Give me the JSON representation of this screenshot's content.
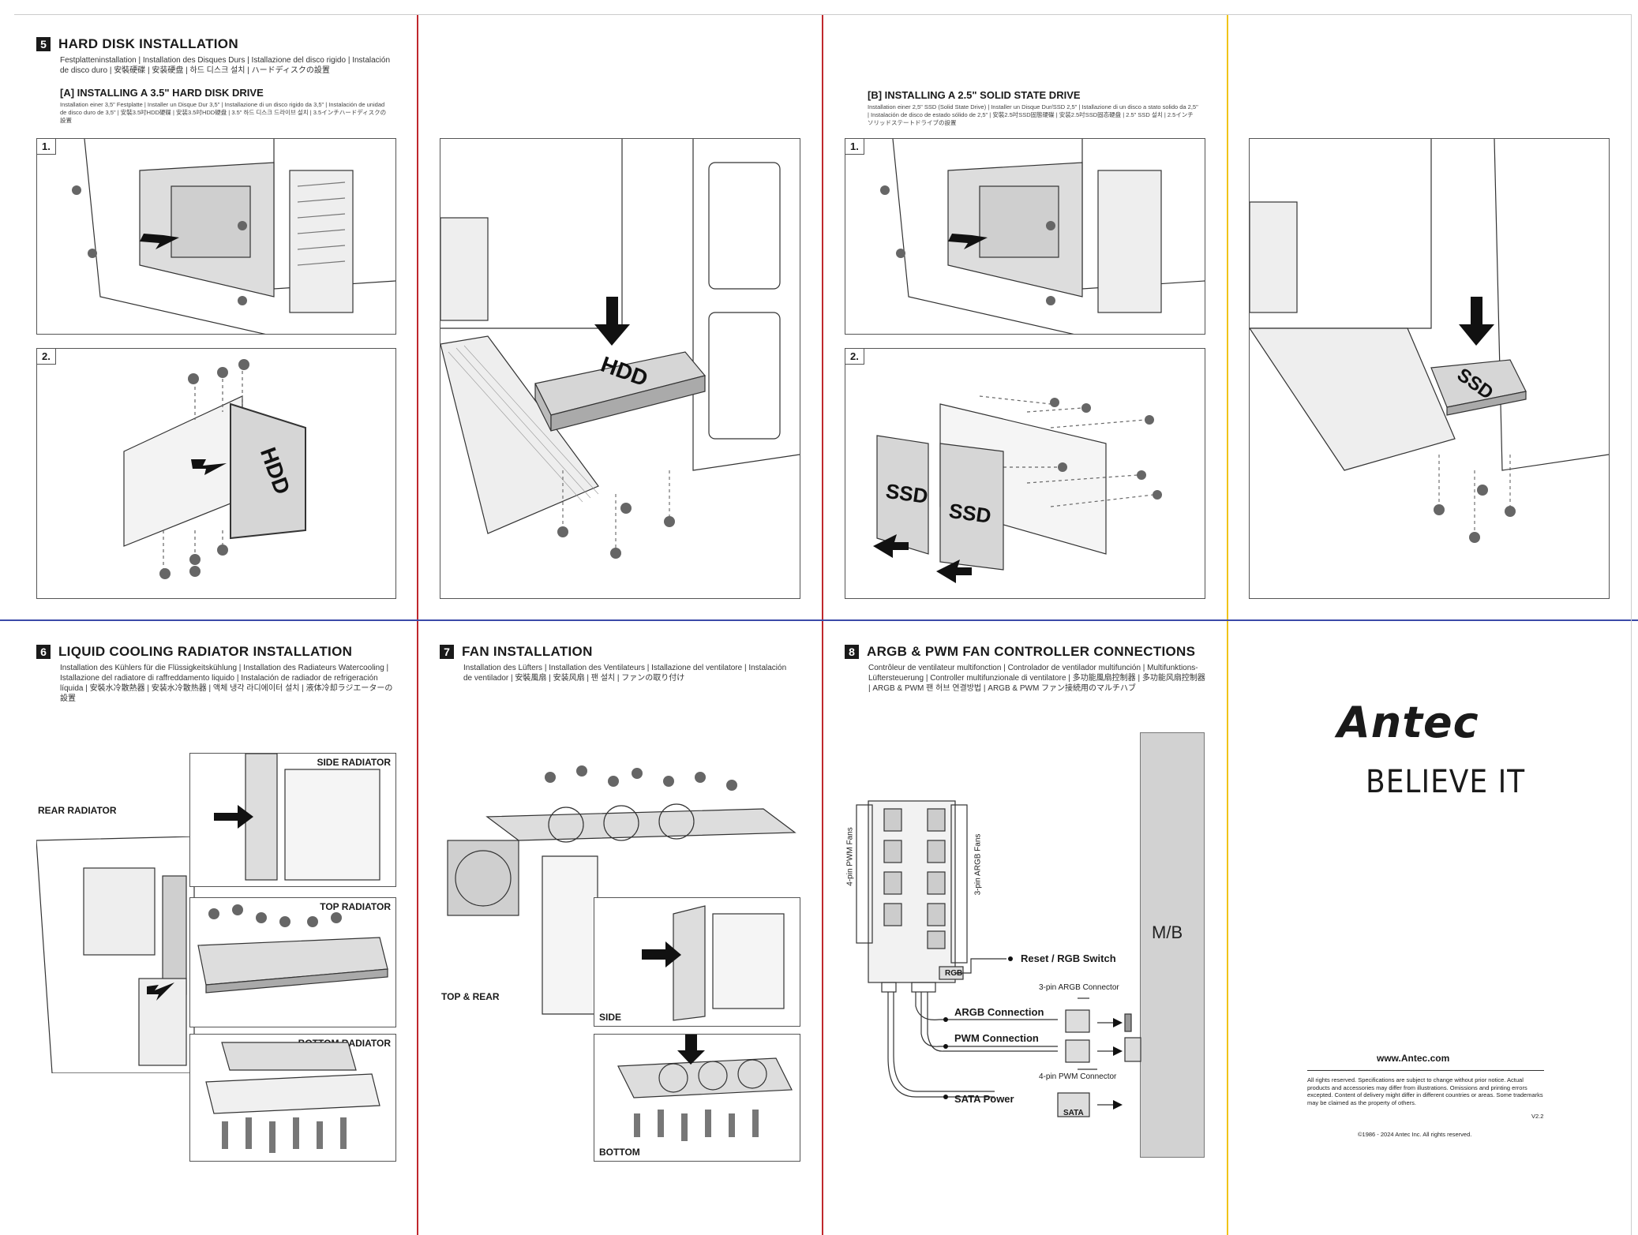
{
  "section5": {
    "num": "5",
    "title": "HARD DISK INSTALLATION",
    "subtitle": "Festplatteninstallation | Installation des Disques Durs | Istallazione del disco rigido | Instalación de disco duro | 安裝硬碟 | 安装硬盘 | 하드 디스크 설치 | ハードディスクの設置",
    "a_title": "[A] INSTALLING A 3.5\" HARD DISK DRIVE",
    "a_subtitle": "Installation einer 3,5\" Festplatte | Installer un Disque Dur 3,5\" | Installazione di un disco rigido da 3,5\" | Instalación de unidad de disco duro de 3,5\" | 安裝3.5吋HDD硬碟 | 安装3.5吋HDD硬盘 | 3.5\" 하드 디스크 드라이브 설치 | 3.5インチハードディスクの設置",
    "b_title": "[B] INSTALLING A 2.5\" SOLID STATE DRIVE",
    "b_subtitle": "Installation einer 2,5\" SSD (Solid State Drive) | Installer un Disque Dur/SSD 2,5\" | Istallazione di un disco a stato solido da 2,5\" | Instalación de disco de estado sólido de 2,5\" | 安裝2.5吋SSD固態硬碟 | 安装2.5吋SSD固态硬盘 | 2.5\" SSD 설치 | 2.5インチソリッドステートドライブの設置",
    "step1": "1.",
    "step2": "2.",
    "hdd": "HDD",
    "ssd": "SSD"
  },
  "section6": {
    "num": "6",
    "title": "LIQUID COOLING RADIATOR INSTALLATION",
    "subtitle": "Installation des Kühlers für die Flüssigkeitskühlung | Installation des Radiateurs Watercooling | Istallazione del radiatore di raffreddamento liquido | Instalación de radiador de refrigeración líquida | 安裝水冷散熱器 | 安装水冷散热器 | 액체 냉각 라디에이터 설치 | 液体冷却ラジエーターの設置",
    "rear": "REAR RADIATOR",
    "side": "SIDE RADIATOR",
    "top": "TOP RADIATOR",
    "bottom": "BOTTOM RADIATOR"
  },
  "section7": {
    "num": "7",
    "title": "FAN INSTALLATION",
    "subtitle": "Installation des Lüfters | Installation des Ventilateurs | Istallazione del ventilatore | Instalación de ventilador | 安裝風扇 | 安装风扇 | 팬 설치 | ファンの取り付け",
    "top_rear": "TOP & REAR",
    "side": "SIDE",
    "bottom": "BOTTOM"
  },
  "section8": {
    "num": "8",
    "title": "ARGB & PWM FAN CONTROLLER CONNECTIONS",
    "subtitle": "Contrôleur de ventilateur multifonction | Controlador de ventilador multifunción | Multifunktions-Lüftersteuerung | Controller multifunzionale di ventilatore | 多功能風扇控制器 | 多功能风扇控制器 | ARGB & PWM 팬 허브 연결방법 | ARGB & PWM ファン接続用のマルチハブ",
    "pwm_fans": "4-pin PWM Fans",
    "argb_fans": "3-pin ARGB Fans",
    "rgb": "RGB",
    "reset": "Reset / RGB Switch",
    "argb_connector": "3-pin ARGB Connector",
    "argb_conn": "ARGB Connection",
    "pwm_conn": "PWM Connection",
    "pwm_connector": "4-pin PWM Connector",
    "sata_power": "SATA Power",
    "sata": "SATA",
    "mb": "M/B"
  },
  "brand": {
    "logo": "Antec",
    "tagline": "BELIEVE IT",
    "website": "www.Antec.com",
    "legal": "All rights reserved. Specifications are subject to change without prior notice. Actual products and accessories may differ from illustrations. Omissions and printing errors excepted. Content of delivery might differ in different countries or areas. Some trademarks may be claimed as the property of others.",
    "version": "V2.2",
    "copyright": "©1986 - 2024 Antec Inc.  All rights reserved."
  },
  "colors": {
    "fold_red": "#c0282d",
    "fold_yellow": "#f0c419",
    "fold_blue": "#3b4aa8",
    "fold_gray": "#cccccc",
    "mb_fill": "#d2d2d2"
  }
}
